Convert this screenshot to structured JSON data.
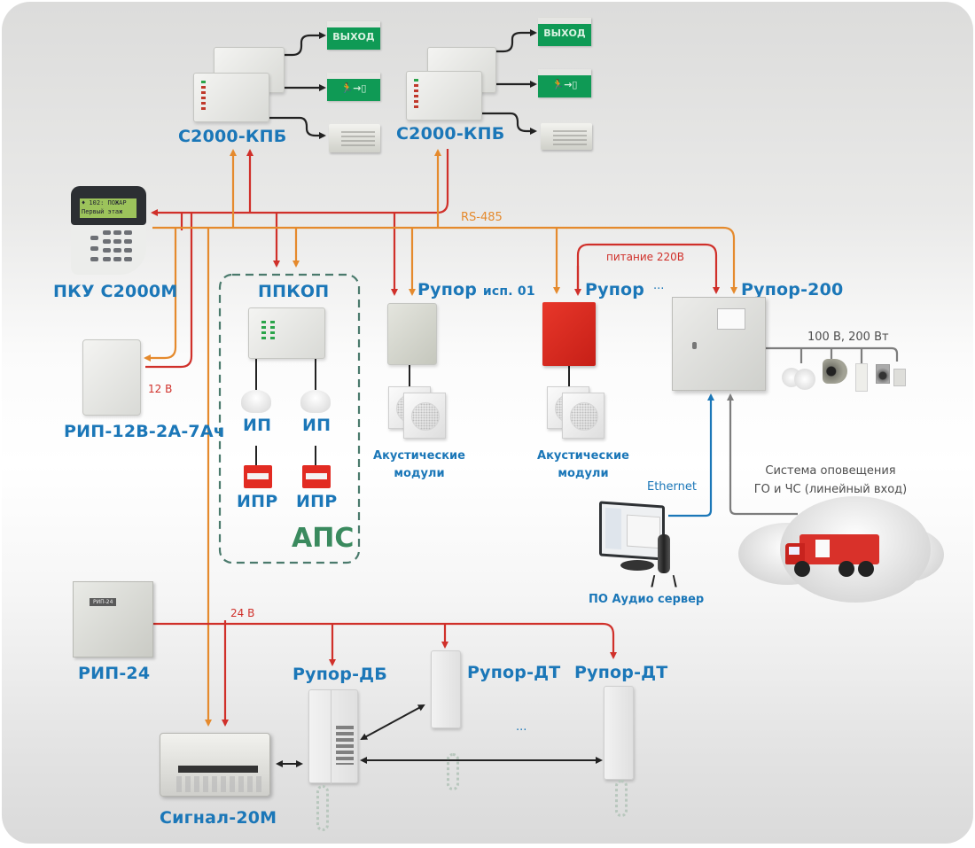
{
  "title": "Структурная схема системы оповещения",
  "colors": {
    "rs485": "#e58a2d",
    "power": "#d0302a",
    "ethernet": "#1b77b8",
    "line_in": "#7d7d7d",
    "relay": "#222222",
    "label_blue": "#1b77b8",
    "aps_frame": "#4a7a6c",
    "aps_label": "#3a8a5e"
  },
  "devices": {
    "kpb_1": {
      "label": "С2000-КПБ",
      "outputs": [
        "ВЫХОД",
        "exit-running-man-sign",
        "siren"
      ]
    },
    "kpb_2": {
      "label": "С2000-КПБ",
      "outputs": [
        "ВЫХОД",
        "exit-running-man-sign",
        "siren"
      ]
    },
    "exit_sign_text": "ВЫХОД",
    "pku": {
      "label": "ПКУ С2000М",
      "lcd_line1": "♦ 102: ПОЖАР",
      "lcd_line2": "Первый этаж"
    },
    "rip12": {
      "label": "РИП-12В-2А-7Ач"
    },
    "ppkop": {
      "label": "ППКОП"
    },
    "ip_1": {
      "label": "ИП"
    },
    "ip_2": {
      "label": "ИП"
    },
    "ipr_1": {
      "label": "ИПР"
    },
    "ipr_2": {
      "label": "ИПР"
    },
    "aps": {
      "label": "АПС"
    },
    "rupor_01": {
      "label_main": "Рупор",
      "label_suffix": "исп. 01"
    },
    "rupor": {
      "label": "Рупор",
      "ellipsis": "..."
    },
    "rupor_200": {
      "label": "Рупор-200"
    },
    "acoustic_1": {
      "line1": "Акустические",
      "line2": "модули"
    },
    "acoustic_2": {
      "line1": "Акустические",
      "line2": "модули"
    },
    "speakers_line": {
      "label": "100 В, 200 Вт"
    },
    "audio_server": {
      "label": "ПО Аудио сервер"
    },
    "go_chs": {
      "line1": "Система оповещения",
      "line2": "ГО и ЧС (линейный вход)"
    },
    "rip24": {
      "label": "РИП-24",
      "panel_text": "РИП-24"
    },
    "rupor_db": {
      "label": "Рупор-ДБ"
    },
    "rupor_dt_1": {
      "label": "Рупор-ДТ"
    },
    "rupor_dt_2": {
      "label": "Рупор-ДТ"
    },
    "dt_ellipsis": "...",
    "signal20m": {
      "label": "Сигнал-20М"
    }
  },
  "connections": {
    "rs485_label": "RS-485",
    "power_220_label": "питание 220В",
    "power_12_label": "12 В",
    "power_24_label": "24 В",
    "ethernet_label": "Ethernet"
  }
}
